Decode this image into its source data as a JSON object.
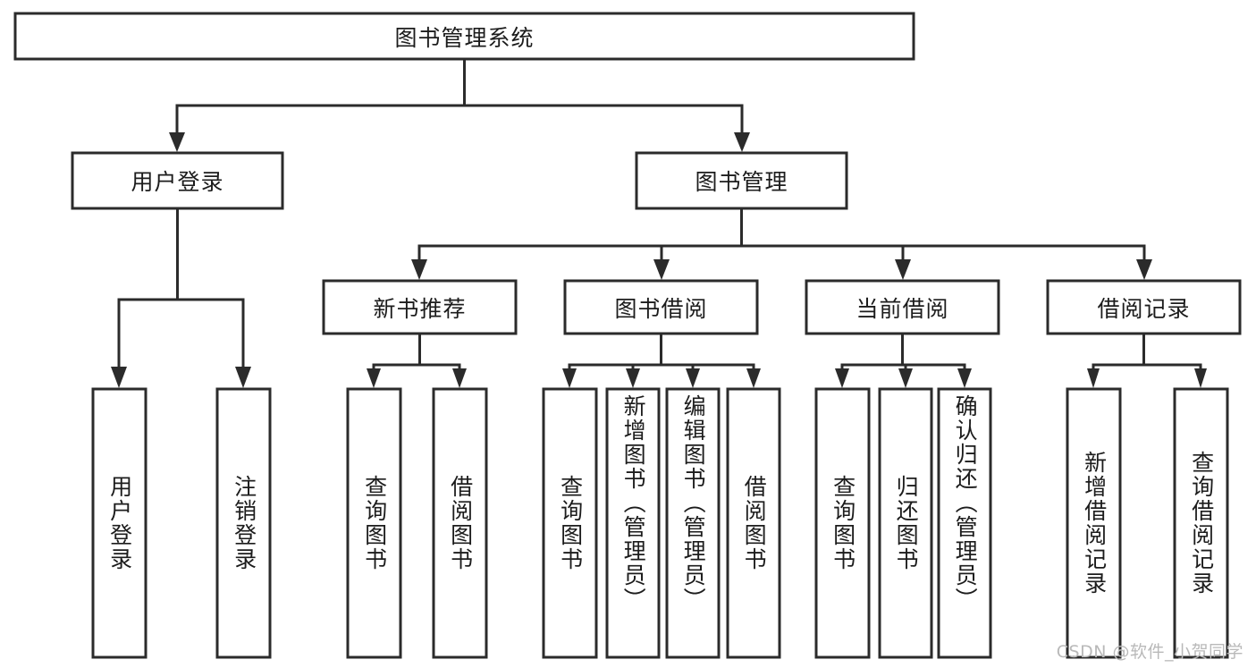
{
  "diagram": {
    "type": "tree-hierarchy",
    "title": "图书管理系统",
    "orientation": "top-down",
    "levels": 4,
    "root": {
      "id": "root",
      "label": "图书管理系统",
      "text_direction": "horizontal"
    },
    "level2": [
      {
        "id": "user-login",
        "label": "用户登录",
        "text_direction": "horizontal"
      },
      {
        "id": "book-management",
        "label": "图书管理",
        "text_direction": "horizontal"
      }
    ],
    "level3": [
      {
        "id": "new-book-recommend",
        "label": "新书推荐",
        "parent": "book-management",
        "text_direction": "horizontal"
      },
      {
        "id": "book-borrow",
        "label": "图书借阅",
        "parent": "book-management",
        "text_direction": "horizontal"
      },
      {
        "id": "current-borrow",
        "label": "当前借阅",
        "parent": "book-management",
        "text_direction": "horizontal"
      },
      {
        "id": "borrow-record",
        "label": "借阅记录",
        "parent": "book-management",
        "text_direction": "horizontal"
      }
    ],
    "leaves": [
      {
        "id": "leaf-user-login",
        "label": "用户登录",
        "parent": "user-login",
        "text_direction": "vertical"
      },
      {
        "id": "leaf-user-logout",
        "label": "注销登录",
        "parent": "user-login",
        "text_direction": "vertical"
      },
      {
        "id": "leaf-query-book-1",
        "label": "查询图书",
        "parent": "new-book-recommend",
        "text_direction": "vertical"
      },
      {
        "id": "leaf-borrow-book-1",
        "label": "借阅图书",
        "parent": "new-book-recommend",
        "text_direction": "vertical"
      },
      {
        "id": "leaf-query-book-2",
        "label": "查询图书",
        "parent": "book-borrow",
        "text_direction": "vertical"
      },
      {
        "id": "leaf-add-book",
        "label": "新增图书（管理员）",
        "parent": "book-borrow",
        "text_direction": "vertical"
      },
      {
        "id": "leaf-edit-book",
        "label": "编辑图书（管理员）",
        "parent": "book-borrow",
        "text_direction": "vertical"
      },
      {
        "id": "leaf-borrow-book-2",
        "label": "借阅图书",
        "parent": "book-borrow",
        "text_direction": "vertical"
      },
      {
        "id": "leaf-query-book-3",
        "label": "查询图书",
        "parent": "current-borrow",
        "text_direction": "vertical"
      },
      {
        "id": "leaf-return-book",
        "label": "归还图书",
        "parent": "current-borrow",
        "text_direction": "vertical"
      },
      {
        "id": "leaf-confirm-return",
        "label": "确认归还（管理员）",
        "parent": "current-borrow",
        "text_direction": "vertical"
      },
      {
        "id": "leaf-add-record",
        "label": "新增借阅记录",
        "parent": "borrow-record",
        "text_direction": "vertical"
      },
      {
        "id": "leaf-query-record",
        "label": "查询借阅记录",
        "parent": "borrow-record",
        "text_direction": "vertical"
      }
    ]
  },
  "watermark": {
    "text": "CSDN @软件_小贺同学"
  },
  "colors": {
    "stroke": "#2b2b2b",
    "node_fill": "#ffffff",
    "text": "#1c1c1c",
    "background": "#ffffff",
    "watermark": "#b9b9b9"
  }
}
